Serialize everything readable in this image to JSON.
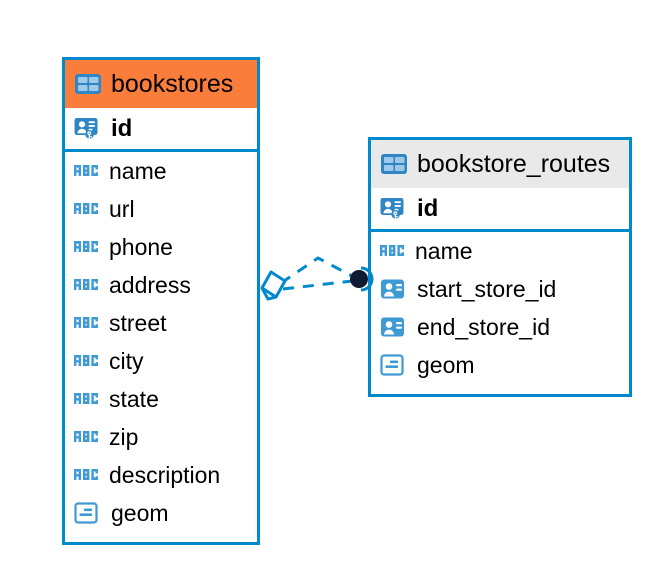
{
  "diagram": {
    "type": "entity-relationship-diagram",
    "background_color": "#ffffff",
    "accent_color": "#0089cc",
    "highlight_color": "#fa7d3c",
    "header_grey": "#e9e9e9"
  },
  "entities": [
    {
      "name": "bookstores",
      "header_style": "orange",
      "table_icon": "table-grid-icon",
      "primary_key": {
        "label": "id",
        "icon": "primary-key-icon"
      },
      "fields": [
        {
          "label": "name",
          "icon": "abc-text-icon"
        },
        {
          "label": "url",
          "icon": "abc-text-icon"
        },
        {
          "label": "phone",
          "icon": "abc-text-icon"
        },
        {
          "label": "address",
          "icon": "abc-text-icon"
        },
        {
          "label": "street",
          "icon": "abc-text-icon"
        },
        {
          "label": "city",
          "icon": "abc-text-icon"
        },
        {
          "label": "state",
          "icon": "abc-text-icon"
        },
        {
          "label": "zip",
          "icon": "abc-text-icon"
        },
        {
          "label": "description",
          "icon": "abc-text-icon"
        },
        {
          "label": "geom",
          "icon": "geometry-icon"
        }
      ]
    },
    {
      "name": "bookstore_routes",
      "header_style": "grey",
      "table_icon": "table-grid-icon",
      "primary_key": {
        "label": "id",
        "icon": "primary-key-icon"
      },
      "fields": [
        {
          "label": "name",
          "icon": "abc-text-icon"
        },
        {
          "label": "start_store_id",
          "icon": "foreign-key-icon"
        },
        {
          "label": "end_store_id",
          "icon": "foreign-key-icon"
        },
        {
          "label": "geom",
          "icon": "geometry-icon"
        }
      ]
    }
  ],
  "relationship": {
    "from_entity": "bookstores",
    "to_entity": "bookstore_routes",
    "from_marker": "diamond-marker",
    "to_marker": "filled-circle-marker",
    "line_style": "dashed",
    "line_color": "#0089cc"
  }
}
